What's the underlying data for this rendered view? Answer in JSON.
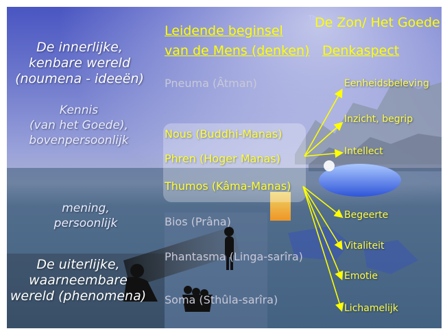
{
  "header": {
    "principle_title_line1": "Leidende beginsel",
    "principle_title_line2": "van de Mens (denken)",
    "sun_title": "De Zon/ Het Goede",
    "aspect_title": "Denkaspect",
    "tiny_watermark": "Th..."
  },
  "left_labels": {
    "inner_world": [
      "De innerlijke,",
      "kenbare wereld",
      "(noumena - ideeën)"
    ],
    "knowledge": [
      "Kennis",
      "(van het Goede),",
      "bovenpersoonlijk"
    ],
    "opinion": [
      "mening,",
      "persoonlijk"
    ],
    "outer_world": [
      "De uiterlijke,",
      "waarneembare",
      "wereld (phenomena)"
    ]
  },
  "levels": [
    {
      "label": "Pneuma (Âtman)",
      "highlighted": false
    },
    {
      "label": "Nous (Buddhi-Manas)",
      "highlighted": true
    },
    {
      "label": "Phren (Hoger Manas)",
      "highlighted": true
    },
    {
      "label": "Thumos (Kâma-Manas)",
      "highlighted": true
    },
    {
      "label": "Bios (Prâna)",
      "highlighted": false
    },
    {
      "label": "Phantasma (Linga-sarîra)",
      "highlighted": false
    },
    {
      "label": "Soma (Sthûla-sarîra)",
      "highlighted": false
    }
  ],
  "aspects_upper": [
    "Eenheidsbeleving",
    "Inzicht, begrip",
    "Intellect"
  ],
  "aspects_lower": [
    "Begeerte",
    "Vitaliteit",
    "Emotie",
    "Lichamelijk"
  ],
  "colors": {
    "accent_yellow": "#ffff00",
    "sky_top": "#4a56c2",
    "water": "#4b6a8a",
    "highlight_box": "#ffffff"
  }
}
